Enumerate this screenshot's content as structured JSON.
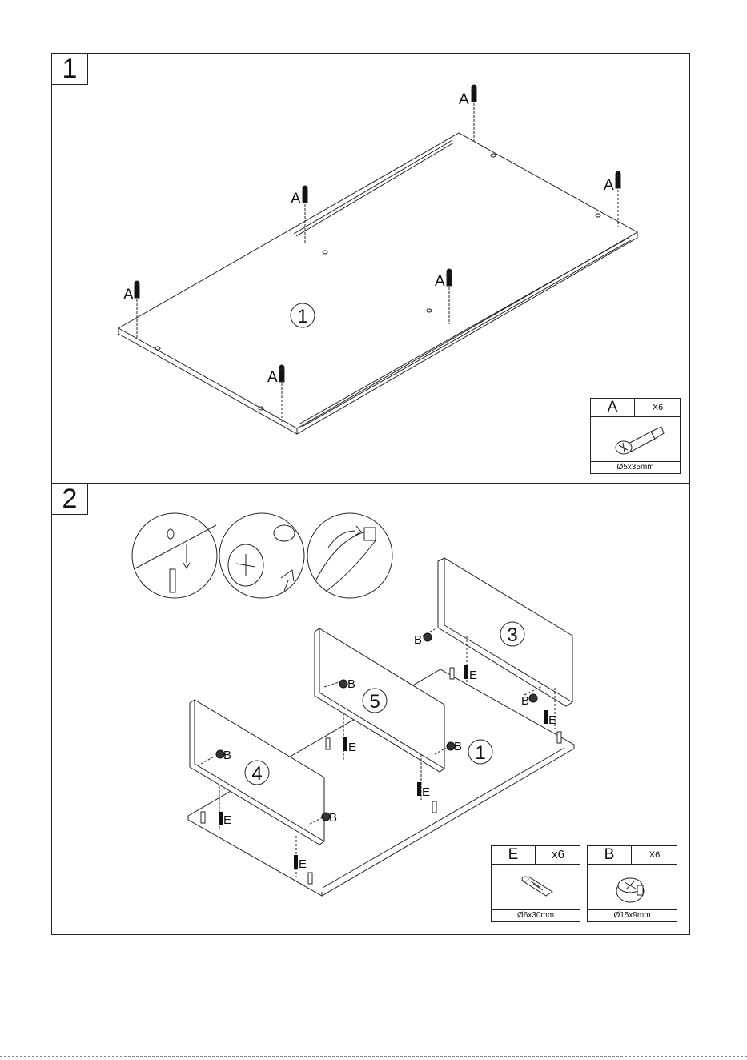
{
  "steps": [
    {
      "number": "1",
      "labels": {
        "a": "A",
        "panel": "1"
      },
      "part": {
        "letter": "A",
        "qty": "X6",
        "size": "Ø5x35mm",
        "icon": "cam-bolt-icon"
      }
    },
    {
      "number": "2",
      "labels": {
        "b": "B",
        "e": "E",
        "panel1": "1",
        "panel3": "3",
        "panel4": "4",
        "panel5": "5"
      },
      "parts": [
        {
          "letter": "E",
          "qty": "x6",
          "size": "Ø6x30mm",
          "icon": "wooden-dowel-icon"
        },
        {
          "letter": "B",
          "qty": "X6",
          "size": "Ø15x9mm",
          "icon": "cam-lock-icon"
        }
      ]
    }
  ],
  "colors": {
    "line": "#222222",
    "background": "#ffffff"
  }
}
